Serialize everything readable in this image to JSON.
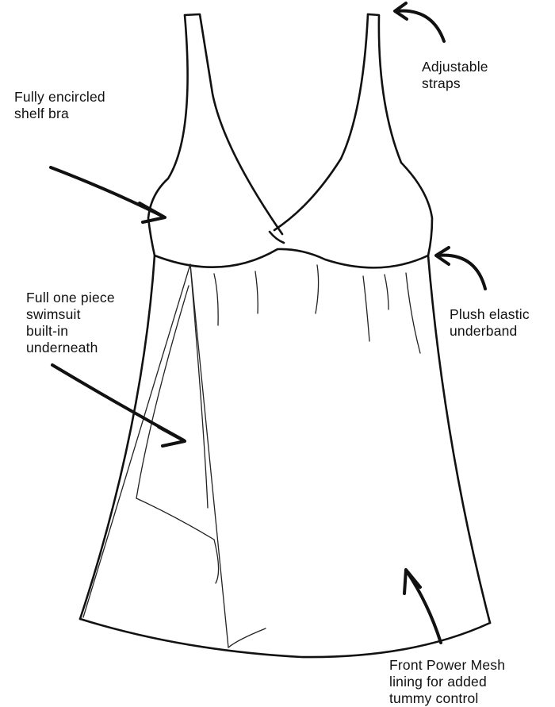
{
  "labels": {
    "shelf_bra": [
      "Fully encircled",
      "shelf bra"
    ],
    "straps": [
      "Adjustable",
      "straps"
    ],
    "underband": [
      "Plush elastic",
      "underband"
    ],
    "one_piece": [
      "Full one piece",
      "swimsuit",
      "built-in",
      "underneath"
    ],
    "power_mesh": [
      "Front Power Mesh",
      "lining for added",
      "tummy control"
    ]
  }
}
